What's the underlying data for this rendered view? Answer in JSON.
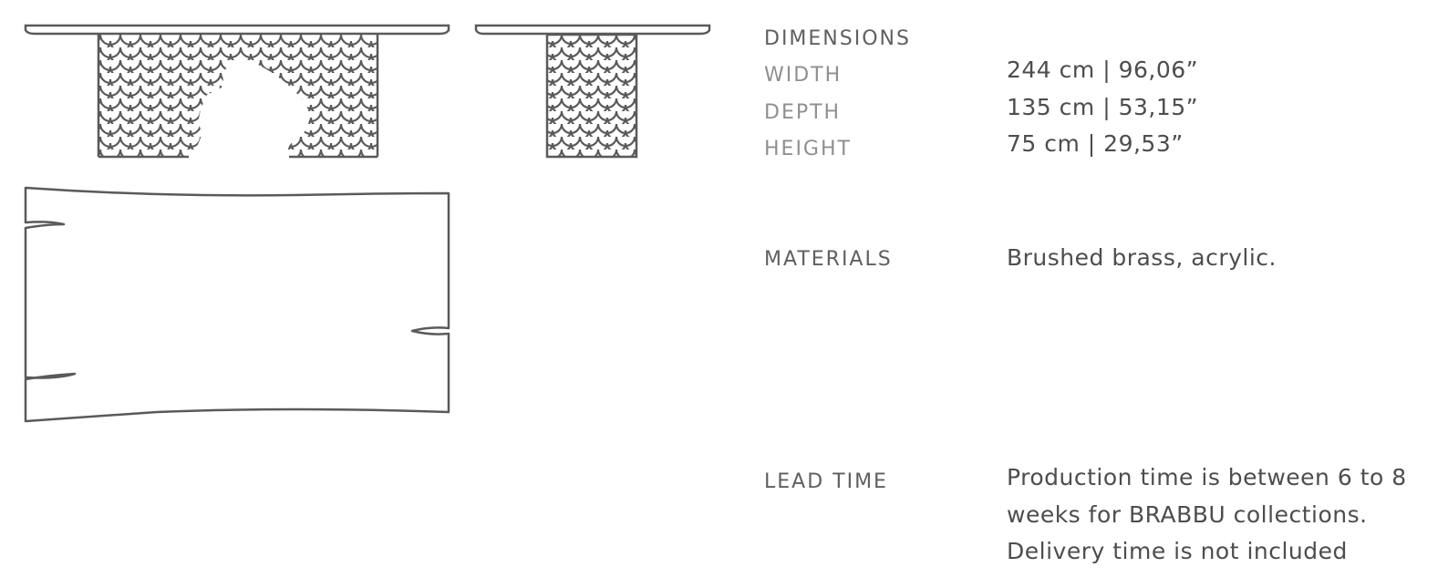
{
  "specs": {
    "dimensions_heading": "DIMENSIONS",
    "width_label": "WIDTH",
    "width_value": "244 cm | 96,06”",
    "depth_label": "DEPTH",
    "depth_value": "135 cm | 53,15”",
    "height_label": "HEIGHT",
    "height_value": "75 cm | 29,53”",
    "materials_label": "MATERIALS",
    "materials_value": "Brushed brass, acrylic.",
    "lead_time_label": "LEAD TIME",
    "lead_time_lines": [
      "Production time is between 6 to 8",
      "weeks for BRABBU collections.",
      "Delivery time is not included"
    ]
  },
  "colors": {
    "line": "#5a5a5a",
    "label": "#8f8f8f",
    "value": "#4d4d4d"
  }
}
